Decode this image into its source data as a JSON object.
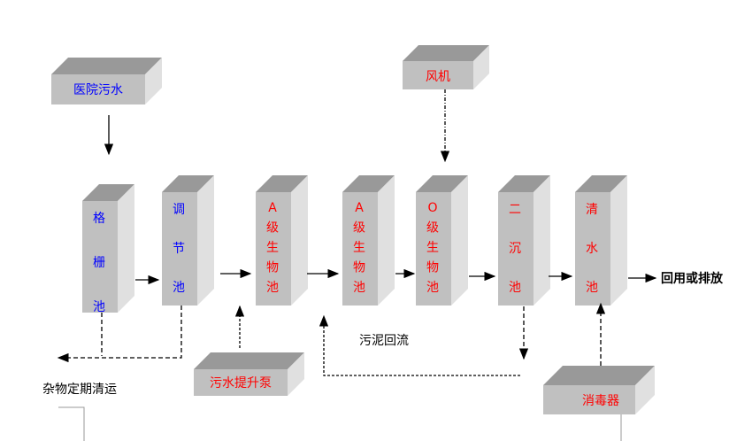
{
  "source": {
    "label": "医院污水",
    "color": "#0000ff"
  },
  "blower": {
    "label": "风机",
    "color": "#ff0000"
  },
  "tanks": [
    {
      "chars": [
        "格",
        "栅",
        "池"
      ],
      "color": "#0000ff"
    },
    {
      "chars": [
        "调",
        "节",
        "池"
      ],
      "color": "#0000ff"
    },
    {
      "chars": [
        "A",
        "级",
        "生",
        "物",
        "池"
      ],
      "color": "#ff0000"
    },
    {
      "chars": [
        "A",
        "级",
        "生",
        "物",
        "池"
      ],
      "color": "#ff0000"
    },
    {
      "chars": [
        "O",
        "级",
        "生",
        "物",
        "池"
      ],
      "color": "#ff0000"
    },
    {
      "chars": [
        "二",
        "沉",
        "池"
      ],
      "color": "#ff0000"
    },
    {
      "chars": [
        "清",
        "水",
        "池"
      ],
      "color": "#ff0000"
    }
  ],
  "pump": {
    "label": "污水提升泵",
    "color": "#ff0000"
  },
  "disinfector": {
    "label": "消毒器",
    "color": "#ff0000"
  },
  "output_label": "回用或排放",
  "sludge_return_label": "污泥回流",
  "debris_label": "杂物定期清运"
}
